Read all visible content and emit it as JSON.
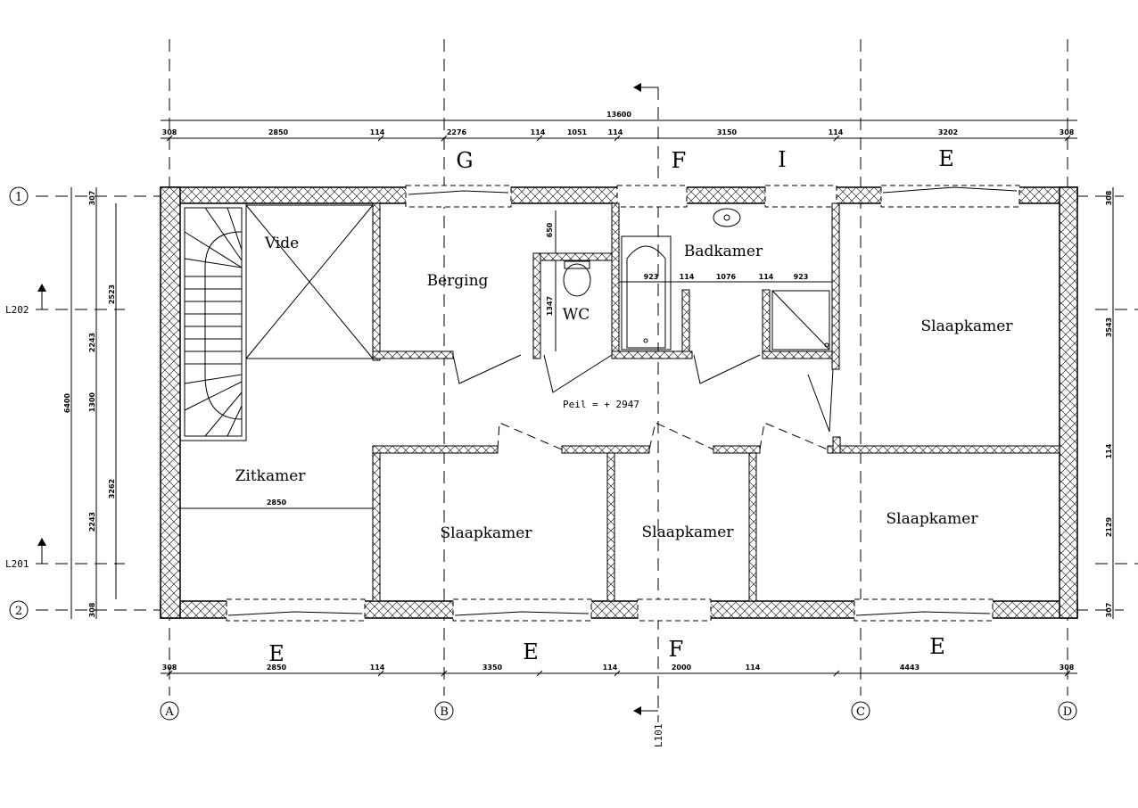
{
  "rooms": {
    "vide": "Vide",
    "berging": "Berging",
    "wc": "WC",
    "badkamer": "Badkamer",
    "slaapkamer_ne": "Slaapkamer",
    "zitkamer": "Zitkamer",
    "slaapkamer_s1": "Slaapkamer",
    "slaapkamer_s2": "Slaapkamer",
    "slaapkamer_se": "Slaapkamer"
  },
  "level_note": "Peil = + 2947",
  "grid_axes": {
    "a": "A",
    "b": "B",
    "c": "C",
    "d": "D",
    "r1": "1",
    "r2": "2"
  },
  "section_marks": {
    "l202": "L202",
    "l201": "L201",
    "l101": "L101"
  },
  "window_codes": {
    "top_g": "G",
    "top_f": "F",
    "top_i": "I",
    "top_e": "E",
    "bot_e1": "E",
    "bot_e2": "E",
    "bot_f": "F",
    "bot_e3": "E"
  },
  "dimensions": {
    "overall": "13600",
    "top": [
      "308",
      "2850",
      "114",
      "2276",
      "114",
      "1051",
      "114",
      "3150",
      "114",
      "3202",
      "308"
    ],
    "bottom": [
      "308",
      "2850",
      "114",
      "3350",
      "114",
      "2000",
      "114",
      "4443",
      "308"
    ],
    "left_overall": "6400",
    "left_a": [
      "307",
      "2243",
      "1300",
      "2243",
      "308"
    ],
    "left_b": [
      "2523",
      "3262"
    ],
    "right": [
      "308",
      "3543",
      "114",
      "2129",
      "307"
    ],
    "wc_vert": [
      "650",
      "1347"
    ],
    "bath": [
      "923",
      "114",
      "1076",
      "114",
      "923"
    ],
    "zitkamer": "2850"
  }
}
